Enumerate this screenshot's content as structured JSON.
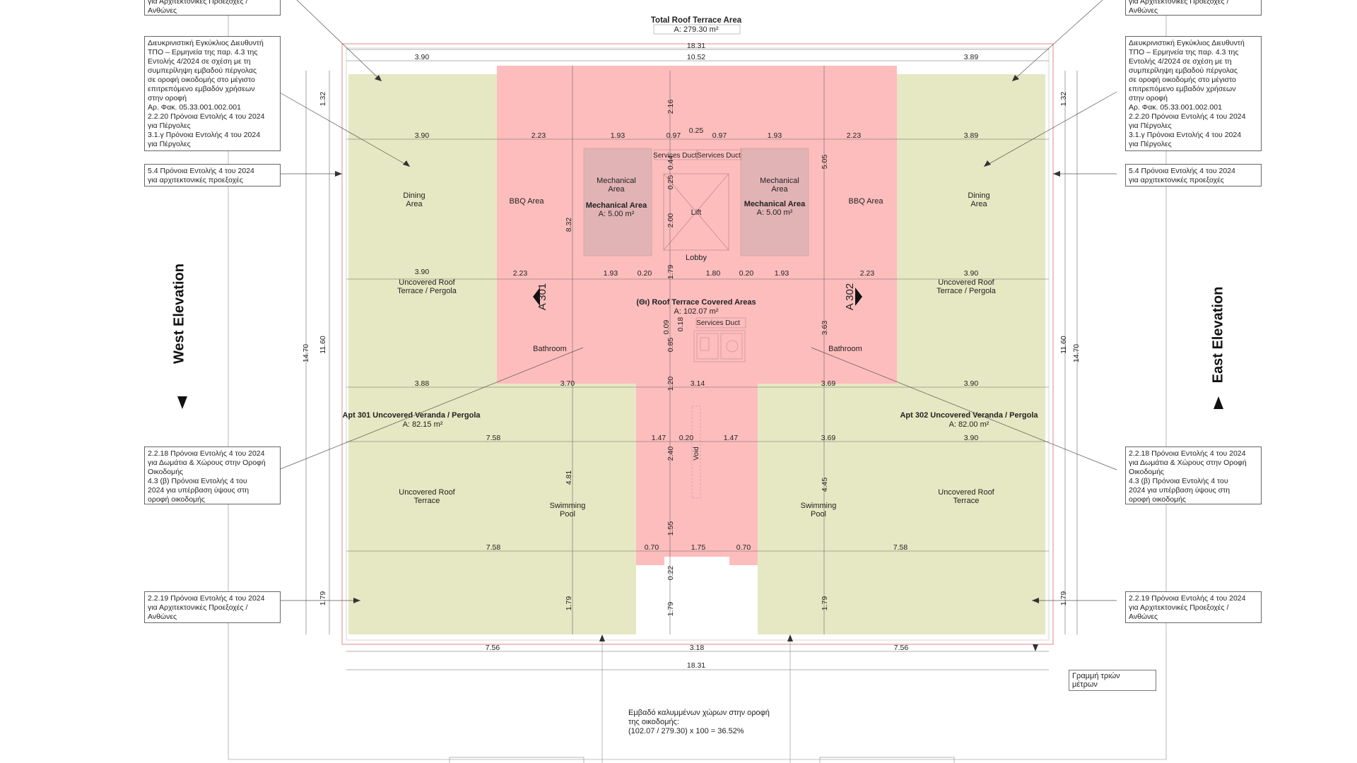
{
  "total": {
    "title": "Total Roof Terrace Area",
    "area": "A: 279.30 m²"
  },
  "elevations": {
    "west": "West Elevation",
    "east": "East Elevation"
  },
  "sections": {
    "left": "A 301",
    "right": "A 302"
  },
  "annotations": {
    "top_clipped": "για Αρχιτεκτονικές Προεξοχές /\nΑνθώνες",
    "circular": "Διευκρινιστική Εγκύκλιος Διευθυντή\nΤΠΟ – Ερμηνεία της παρ. 4.3 της\nΕντολής 4/2024 σε σχέση με τη\nσυμπερίληψη εμβαδού πέργολας\nσε οροφή οικοδομής στο μέγιστο\nεπιτρεπόμενο εμβαδόν χρήσεων\nστην οροφή\nΑρ. Φακ. 05.33.001.002.001\n2.2.20 Πρόνοια Εντολής 4 του 2024\nγια Πέργολες\n3.1.γ Πρόνοια Εντολής 4 του 2024\nγια Πέργολες",
    "p54": "5.4 Πρόνοια Εντολής 4 του 2024\nγια αρχιτεκτονικές προεξοχές",
    "p2218": "2.2.18 Πρόνοια Εντολής 4 του 2024\nγια Δωμάτια & Χώρους στην Οροφή\nΟικοδομής\n4.3 (β) Πρόνοια Εντολής 4 του\n2024 για υπέρβαση ύψους στη\nοροφή οικοδομής",
    "p2219": "2.2.19 Πρόνοια Εντολής 4 του 2024\nγια Αρχιτεκτονικές Προεξοχές /\nΑνθώνες"
  },
  "legend": {
    "three_metre_line": "Γραμμή τριών\nμέτρων"
  },
  "coverage_note": "Εμβαδό καλυμμένων χώρων στην οροφή\nτης οικοδομής:\n(102.07 / 279.30) x 100 = 36.52%",
  "rooms": {
    "dining": "Dining\nArea",
    "bbq": "BBQ Area",
    "mech_label": "Mechanical\nArea",
    "mech_title": "Mechanical Area",
    "mech_area": "A: 5.00 m²",
    "services_duct": "Services Duct",
    "lift": "Lift",
    "lobby": "Lobby",
    "uncovered_pergola": "Uncovered Roof\nTerrace / Pergola",
    "covered_title": "(Θι) Roof Terrace Covered Areas",
    "covered_area": "A: 102.07 m²",
    "bathroom": "Bathroom",
    "apt301_title": "Apt 301 Uncovered Veranda / Pergola",
    "apt301_area": "A: 82.15 m²",
    "apt302_title": "Apt 302 Uncovered Veranda / Pergola",
    "apt302_area": "A: 82.00 m²",
    "uncovered_terrace": "Uncovered Roof\nTerrace",
    "pool": "Swimming\nPool",
    "void": "Void"
  },
  "dims": {
    "d1831": "18.31",
    "d390": "3.90",
    "d389": "3.89",
    "d1052": "10.52",
    "d223": "2.23",
    "d193": "1.93",
    "d097": "0.97",
    "d025": "0.25",
    "d020": "0.20",
    "d180": "1.80",
    "d388": "3.88",
    "d370": "3.70",
    "d314": "3.14",
    "d369": "3.69",
    "d758": "7.58",
    "d147": "1.47",
    "d070": "0.70",
    "d175": "1.75",
    "d756": "7.56",
    "d318": "3.18",
    "d132": "1.32",
    "d1470": "14.70",
    "d1160": "11.60",
    "d179": "1.79",
    "d216": "2.16",
    "d044": "0.44",
    "d200": "2.00",
    "d832": "8.32",
    "d505": "5.05",
    "d009": "0.09",
    "d018": "0.18",
    "d085": "0.85",
    "d363": "3.63",
    "d120": "1.20",
    "d240": "2.40",
    "d155": "1.55",
    "d022": "0.22",
    "d481": "4.81",
    "d445": "4.45"
  },
  "colors": {
    "covered": "#fdbdbd",
    "uncovered": "#e5e8c2",
    "mechanical": "#e2b3b5",
    "line": "#555555"
  }
}
